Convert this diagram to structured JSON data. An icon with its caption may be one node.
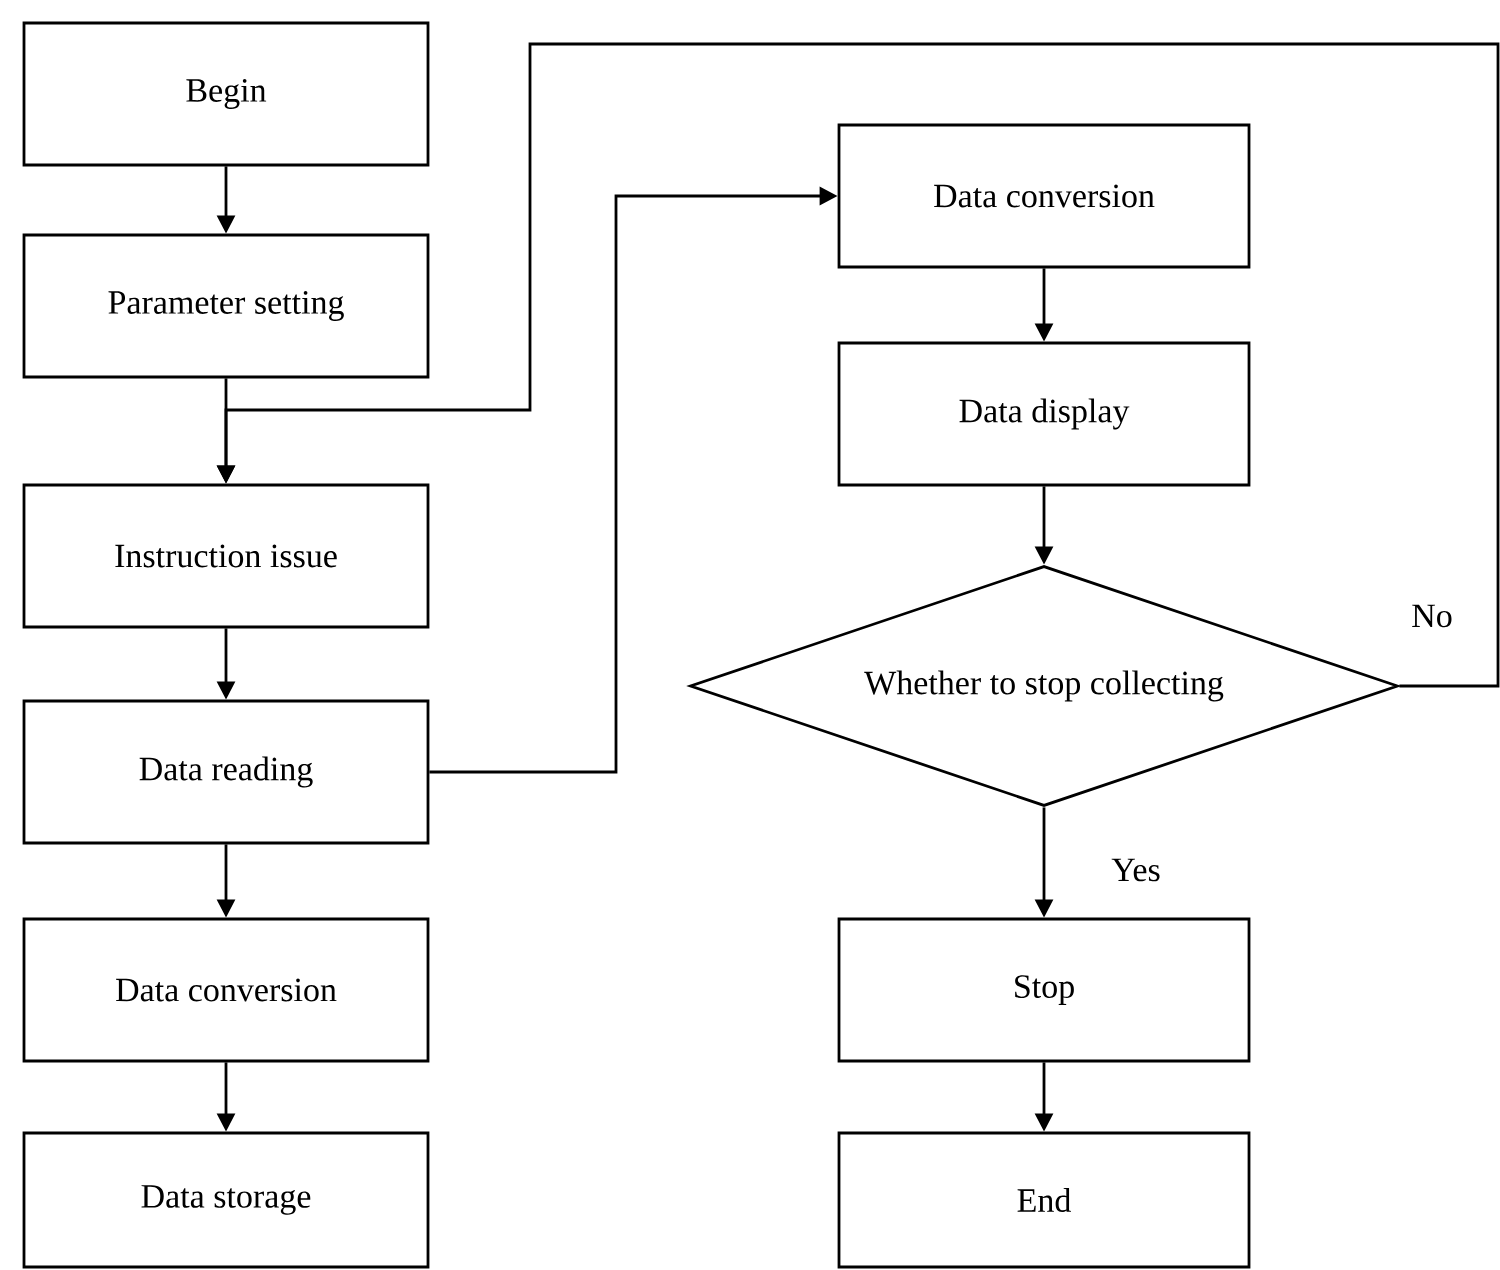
{
  "diagram": {
    "nodes": [
      {
        "text": [
          "Begin"
        ]
      },
      {
        "text": [
          "Parameter setting"
        ]
      },
      {
        "text": [
          "Instruction issue"
        ]
      },
      {
        "text": [
          "Data reading"
        ]
      },
      {
        "text": [
          "Data conversion"
        ]
      },
      {
        "text": [
          "Data storage"
        ]
      },
      {
        "text": [
          "Data conversion"
        ]
      },
      {
        "text": [
          "Data display"
        ]
      },
      {
        "text": [
          "Whether to stop collecting"
        ]
      },
      {
        "text": [
          "Stop"
        ]
      },
      {
        "text": [
          "End"
        ]
      }
    ],
    "edges": [
      {
        "from": 0,
        "to": 1,
        "arrow": "to"
      },
      {
        "from": 1,
        "to": 2,
        "arrow": "to"
      },
      {
        "from": 2,
        "to": 3,
        "arrow": "to"
      },
      {
        "from": 3,
        "to": 4,
        "arrow": "to"
      },
      {
        "from": 4,
        "to": 5,
        "arrow": "to"
      },
      {
        "from": 3,
        "to": 6,
        "arrow": "to"
      },
      {
        "from": 6,
        "to": 7,
        "arrow": "to"
      },
      {
        "from": 7,
        "to": 8,
        "arrow": "to"
      },
      {
        "from": 8,
        "to": 9,
        "arrow": "to",
        "label": "Yes"
      },
      {
        "from": 9,
        "to": 10,
        "arrow": "to"
      },
      {
        "from": 8,
        "to": 2,
        "arrow": "to",
        "label": "No"
      }
    ]
  }
}
